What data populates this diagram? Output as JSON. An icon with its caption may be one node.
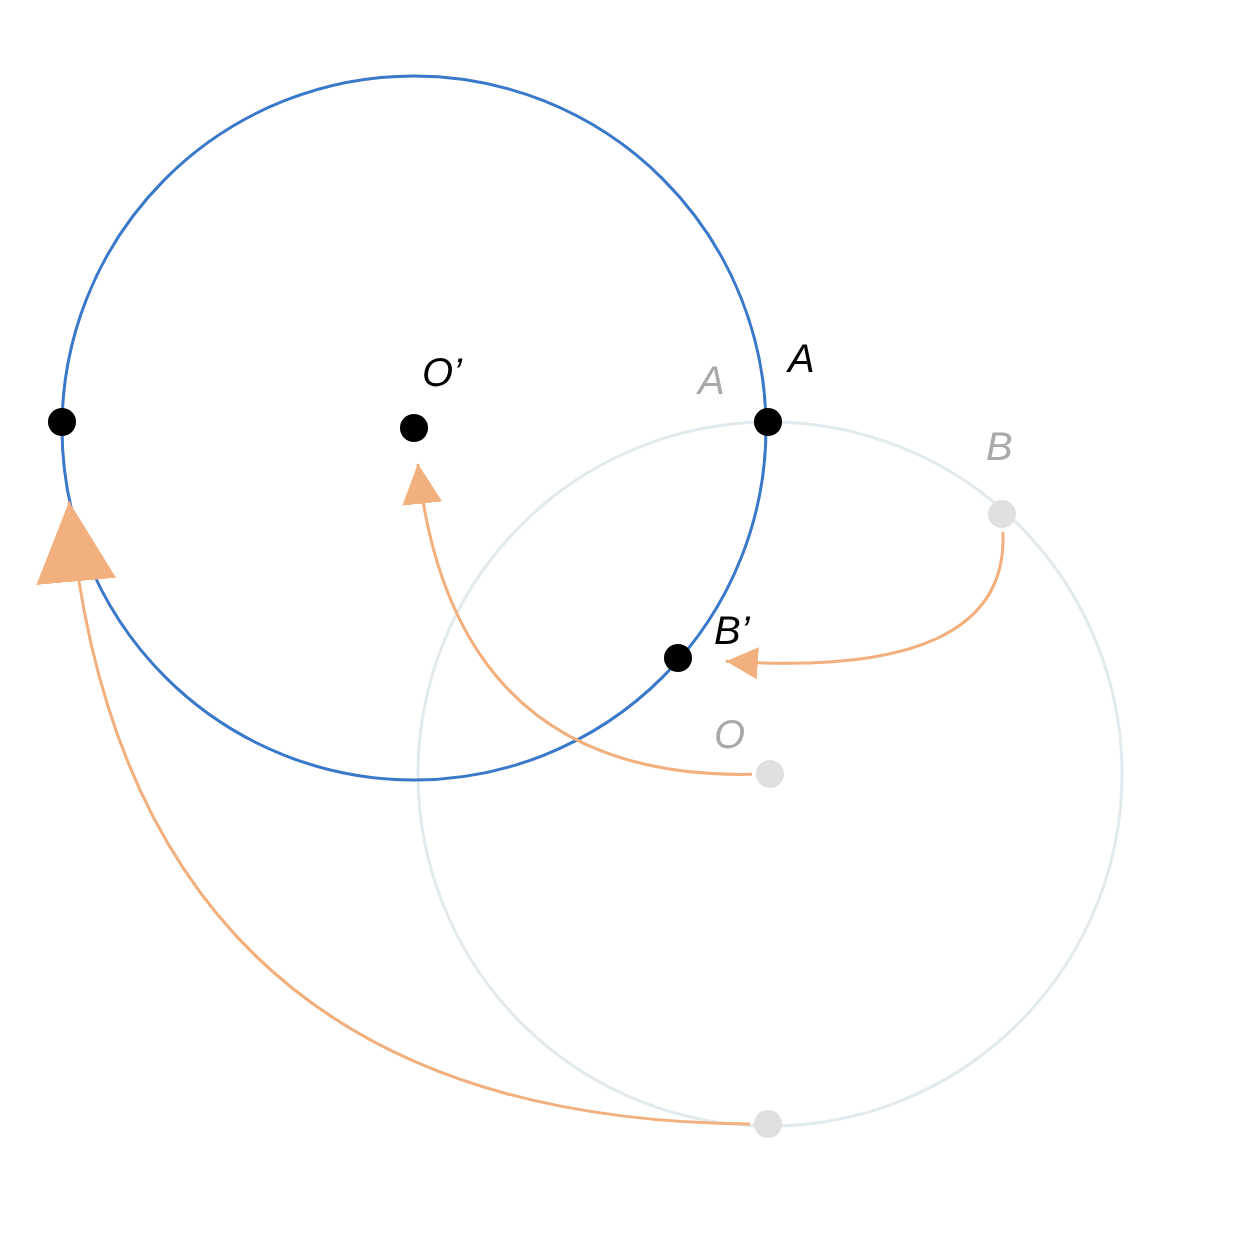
{
  "diagram": {
    "nodes": [
      {
        "text": [
          "A"
        ]
      },
      {
        "text": [
          "O’"
        ]
      },
      {
        "text": [
          "B"
        ]
      },
      {
        "text": [
          "B’"
        ]
      },
      {
        "text": [
          "O"
        ]
      },
      {
        "text": [],
        "shape": "circle"
      },
      {
        "text": [],
        "shape": "circle"
      }
    ],
    "edges": [
      {
        "from": 2,
        "to": 3,
        "arrow": "to"
      },
      {
        "from": 4,
        "to": 1,
        "arrow": "to"
      },
      {
        "from": 6,
        "to": 5,
        "arrow": "to"
      }
    ],
    "labels": [
      "A"
    ]
  }
}
